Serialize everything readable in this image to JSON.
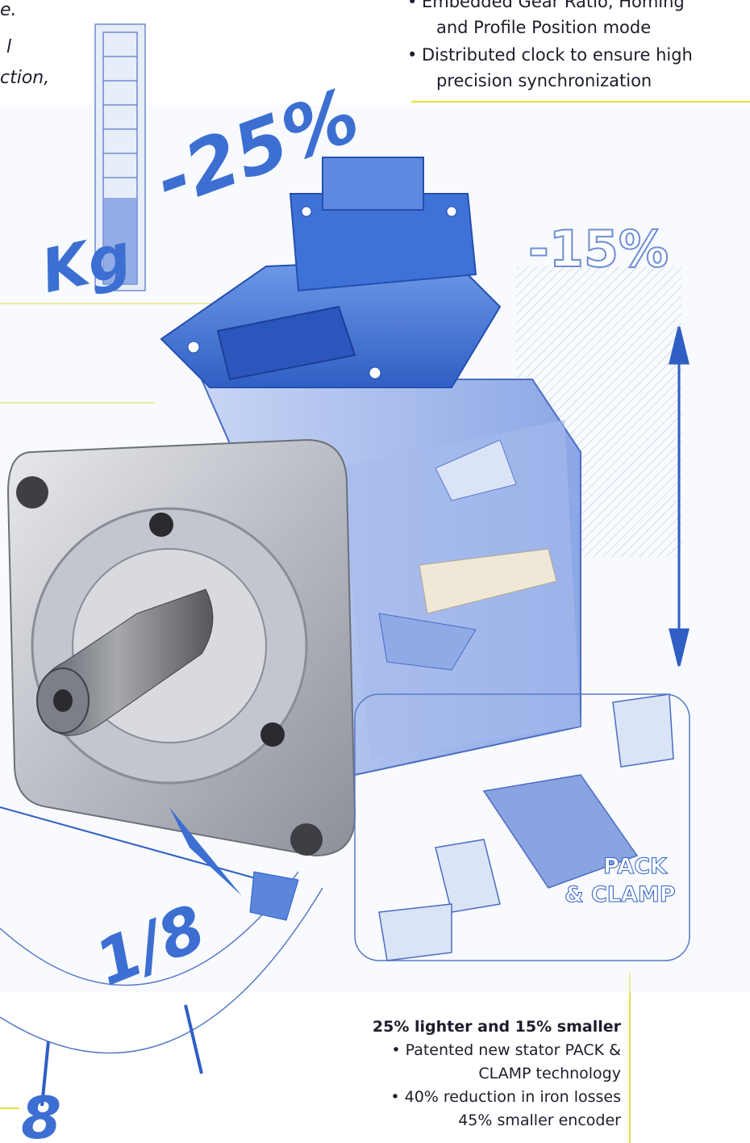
{
  "top_left": {
    "line1": "e.",
    "line2": "l",
    "line3": "ction,"
  },
  "top_right": {
    "bullets": [
      {
        "first": "Embedded Gear Ratio, Homing",
        "rest": "and Profile Position mode"
      },
      {
        "first": "Distributed clock to ensure high",
        "rest": "precision synchronization"
      }
    ]
  },
  "illustration": {
    "weight_unit": "Kg",
    "weight_reduction": "-25%",
    "size_reduction": "-15%",
    "fraction": "1/8",
    "scale_digit": "8",
    "pack_clamp_line1": "PACK",
    "pack_clamp_line2": "& CLAMP"
  },
  "bottom_feature": {
    "title": "25% lighter and 15% smaller",
    "bullets": [
      {
        "first": "Patented new stator PACK &",
        "rest": "CLAMP technology"
      },
      {
        "first": "40% reduction in iron losses",
        "rest": ""
      },
      {
        "first": "",
        "rest": "45% smaller encoder"
      }
    ]
  },
  "colors": {
    "accent_yellow": "#e3dd3f",
    "sketch_blue": "#3c6fd1",
    "motor_blue": "#3a6fd0",
    "text": "#1d1d2b"
  }
}
